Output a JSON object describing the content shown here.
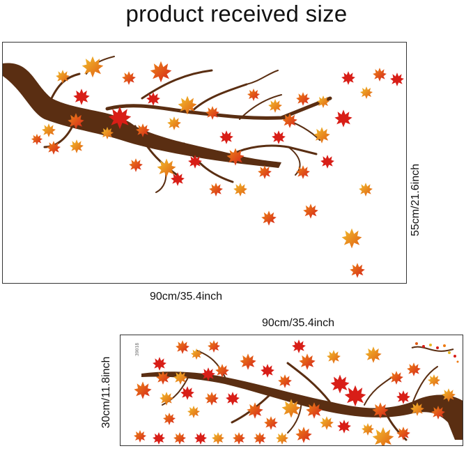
{
  "title": "product received size",
  "top_sticker": {
    "width_label": "90cm/35.4inch",
    "height_label": "55cm/21.6inch"
  },
  "bottom_sticker": {
    "width_label": "90cm/35.4inch",
    "height_label": "30cm/11.8inch",
    "code": "39018"
  },
  "colors": {
    "branch": "#5a2e12",
    "leaf_red": "#d81e17",
    "leaf_orange": "#ee7a12",
    "leaf_gold": "#e7b521"
  }
}
